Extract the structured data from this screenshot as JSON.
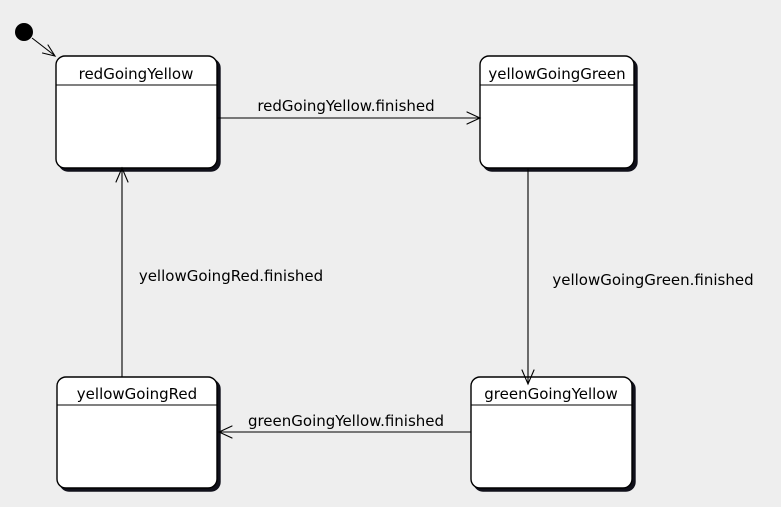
{
  "diagram": {
    "type": "uml-state-machine",
    "background_color": "#eeeeee",
    "state_fill_color": "#ffffff",
    "line_color": "#000000",
    "shadow_color": "#10101a",
    "initial": {
      "kind": "initial-pseudostate",
      "target": "redGoingYellow"
    },
    "states": [
      {
        "id": "redGoingYellow",
        "label": "redGoingYellow"
      },
      {
        "id": "yellowGoingGreen",
        "label": "yellowGoingGreen"
      },
      {
        "id": "greenGoingYellow",
        "label": "greenGoingYellow"
      },
      {
        "id": "yellowGoingRed",
        "label": "yellowGoingRed"
      }
    ],
    "transitions": [
      {
        "from": "redGoingYellow",
        "to": "yellowGoingGreen",
        "label": "redGoingYellow.finished"
      },
      {
        "from": "yellowGoingGreen",
        "to": "greenGoingYellow",
        "label": "yellowGoingGreen.finished"
      },
      {
        "from": "greenGoingYellow",
        "to": "yellowGoingRed",
        "label": "greenGoingYellow.finished"
      },
      {
        "from": "yellowGoingRed",
        "to": "redGoingYellow",
        "label": "yellowGoingRed.finished"
      }
    ]
  }
}
